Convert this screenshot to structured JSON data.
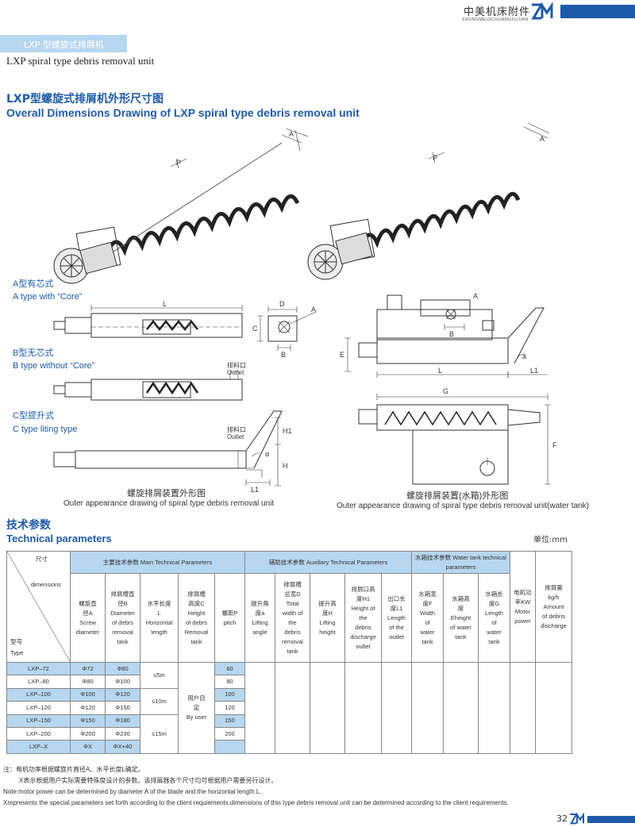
{
  "header": {
    "brand_cn": "中美机床附件",
    "brand_en": "ZHONGMEIJICHUANGFUJIAN",
    "section_chip": "LXP 型螺旋式排屑机",
    "subtitle": "LXP spiral type debris removal unit",
    "accent": "#1e5aa8",
    "chip_color": "#b7d6ef"
  },
  "drawing": {
    "title_cn": "LXP型螺旋式排屑机外形尺寸图",
    "title_en": "Overall Dimensions Drawing of LXP spiral type debris removal unit",
    "type_a_cn": "A型有芯式",
    "type_a_en": "A type with  “Core”",
    "type_b_cn": "B型无芯式",
    "type_b_en": "B type without  “Core”",
    "type_c_cn": "C型提升式",
    "type_c_en": "C type liting type",
    "outlet_cn": "排料口",
    "outlet_en": "Outlet",
    "caption_left_cn": "螺旋排屑装置外形图",
    "caption_left_en": "Outer appearance drawing of spiral type debris removal unit",
    "caption_right_cn": "螺旋排屑装置(水箱)外形图",
    "caption_right_en": "Outer appearance drawing of spiral type debris removal unit(water tank)",
    "dims": {
      "L": "L",
      "D": "D",
      "A": "A",
      "C": "C",
      "B": "B",
      "H": "H",
      "H1": "H1",
      "L1": "L1",
      "alpha": "α",
      "P": "P",
      "E": "E",
      "G": "G",
      "F": "F",
      "a": "a"
    }
  },
  "tech": {
    "title_cn": "技术参数",
    "title_en": "Technical parameters",
    "unit": "单位:mm",
    "corner": {
      "size": "尺寸",
      "dimensions": "dimensions",
      "model_cn": "型号",
      "model_en": "Type"
    },
    "groups": {
      "main": "主要技术参数  Main Technical Parameters",
      "aux": "辅助技术参数  Auxiliary Technical Parameters",
      "water": "水箱技术参数    Water tank technical parameters"
    },
    "columns": [
      "螺旋直径A Screw diameter",
      "排屑槽直径B Diameter of debrs removal tank",
      "水平长度L Horizontal length",
      "排屑槽高度C Height of debrs Removal tank",
      "螺距P pitch",
      "提升角度a Lifting angle",
      "排屑槽总宽D Total width of the debris removal tank",
      "提升高度H Lifting height",
      "排屑口高度H1 Height of the debris discharge outlet",
      "出口长度L1 Length of the outlet",
      "水箱宽度F Width of water tank",
      "水箱高度 Eheight of water tank",
      "水箱长度G Length of water tank",
      "电机功率KW Motor power",
      "排屑量kg/h Amount of debris discharge"
    ],
    "col_lines": [
      [
        "螺旋直",
        "径A",
        "Screw",
        "diameter"
      ],
      [
        "排屑槽直",
        "径B",
        "Diameter",
        "of debrs",
        "removal",
        "tank"
      ],
      [
        "水平长度",
        "L",
        "Horizontal",
        "length"
      ],
      [
        "排屑槽",
        "高度C",
        "Height",
        "of debrs",
        "Removal",
        "tank"
      ],
      [
        "螺距P",
        "pitch"
      ],
      [
        "提升角",
        "度a",
        "Lifting",
        "angle"
      ],
      [
        "排屑槽",
        "总宽D",
        "Total",
        "width of",
        "the",
        "debris",
        "removal",
        "tank"
      ],
      [
        "提升高",
        "度H",
        "Lifting",
        "height"
      ],
      [
        "排屑口高",
        "度H1",
        "Height of",
        "the",
        "debris",
        "discharge",
        "outlet"
      ],
      [
        "出口长",
        "度L1",
        "Length",
        "of the",
        "outlet"
      ],
      [
        "水箱宽",
        "度F",
        "Width",
        "of",
        "water",
        "tank"
      ],
      [
        "水箱高",
        "度",
        "Eheight",
        "of water",
        "tank"
      ],
      [
        "水箱长",
        "度G",
        "Length",
        "of",
        "water",
        "tank"
      ],
      [
        "电机功",
        "率KW",
        "Motor",
        "power"
      ],
      [
        "排屑量",
        "kg/h",
        "Amount",
        "of debris",
        "discharge"
      ]
    ],
    "rows": [
      {
        "type": "LXP–72",
        "a": "Φ72",
        "b": "Φ80",
        "p": "60"
      },
      {
        "type": "LXP–80",
        "a": "Φ80",
        "b": "Φ100",
        "p": "80"
      },
      {
        "type": "LXP–100",
        "a": "Φ100",
        "b": "Φ120",
        "p": "100"
      },
      {
        "type": "LXP–120",
        "a": "Φ120",
        "b": "Φ150",
        "p": "120"
      },
      {
        "type": "LXP–150",
        "a": "Φ150",
        "b": "Φ180",
        "p": "150"
      },
      {
        "type": "LXP–200",
        "a": "Φ200",
        "b": "Φ230",
        "p": "200"
      },
      {
        "type": "LXP–X",
        "a": "ΦX",
        "b": "ΦX+40",
        "p": ""
      }
    ],
    "length_groups": [
      "≤5m",
      "≤10m",
      "≤15m"
    ],
    "by_user_cn": "用户自定",
    "by_user_en": "By user"
  },
  "notes": {
    "line1": "注：电机功率根据螺旋片直径A、水平长度L确定。",
    "line2": "X表示根据用户实际需要特殊度设计的参数。该排屑器各个尺寸均可根据用户需要另行设计。",
    "line3": "Note:motor power can be determined by diameter A of the blade and the horizontal length L.",
    "line4": "Xrepresents the special parameters set forth according to the client requiements.dimensions of this type debris removal unit can be determined according to the client requirements."
  },
  "footer": {
    "page": "32"
  }
}
